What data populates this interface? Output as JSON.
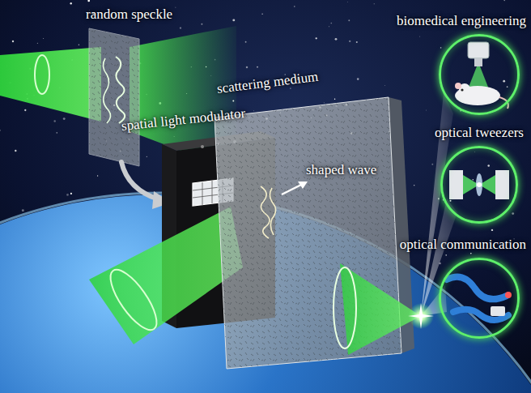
{
  "diagram": {
    "nodes": [
      {
        "text": [
          "biomedical engineering"
        ]
      },
      {
        "text": [
          "optical tweezers"
        ]
      },
      {
        "text": [
          "optical communication"
        ]
      }
    ],
    "labels": [
      "random speckle",
      "spatial light modulator",
      "scattering medium",
      "shaped wave"
    ]
  }
}
